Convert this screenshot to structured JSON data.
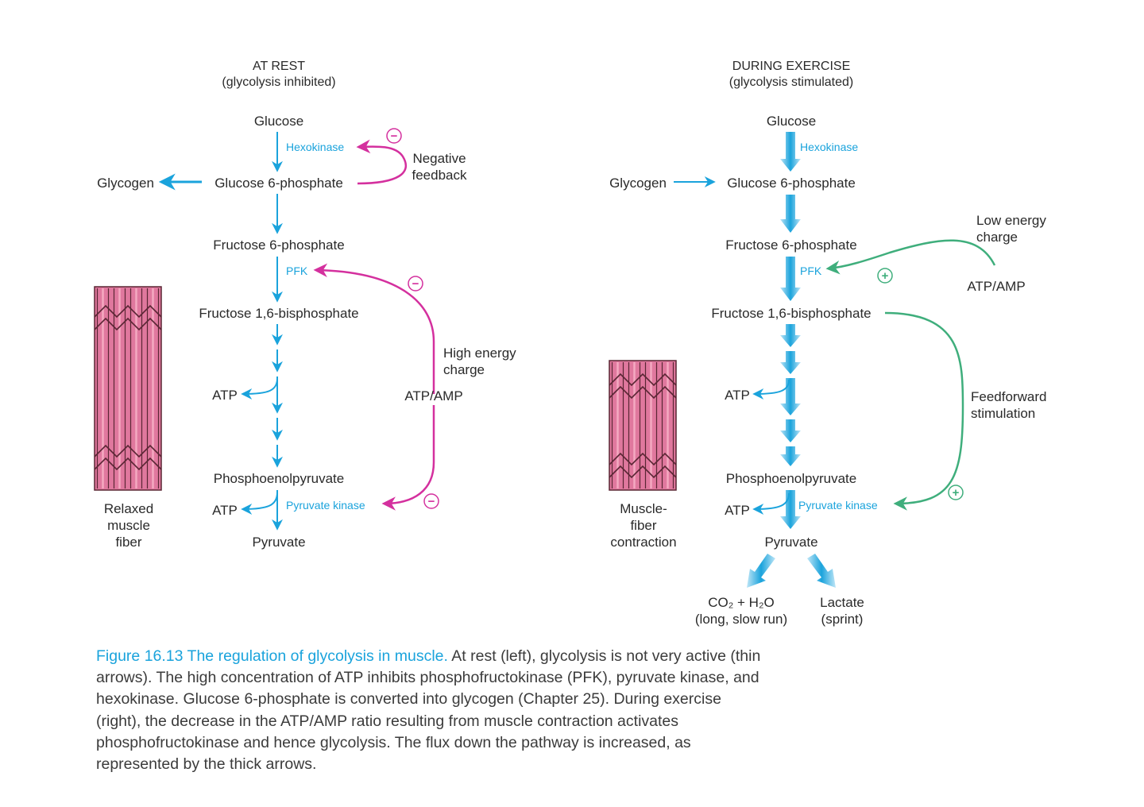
{
  "colors": {
    "blue": "#1aa3dc",
    "magenta": "#d4309e",
    "green": "#3fae7c",
    "text": "#2a2a2a",
    "fiber_bg": "#e0789e",
    "fiber_light": "#f4a9c1",
    "fiber_line": "#5a2634"
  },
  "left_panel": {
    "title": "AT REST",
    "subtitle": "(glycolysis inhibited)",
    "glucose": "Glucose",
    "hexokinase": "Hexokinase",
    "glycogen": "Glycogen",
    "g6p": "Glucose 6-phosphate",
    "negative_feedback_1": "Negative",
    "negative_feedback_2": "feedback",
    "f6p": "Fructose 6-phosphate",
    "pfk": "PFK",
    "f16bp": "Fructose 1,6-bisphosphate",
    "high_energy_1": "High energy",
    "high_energy_2": "charge",
    "atp_amp": "ATP/AMP",
    "atp1": "ATP",
    "pep": "Phosphoenolpyruvate",
    "atp2": "ATP",
    "pyruvate_kinase": "Pyruvate kinase",
    "pyruvate": "Pyruvate",
    "fiber_1": "Relaxed",
    "fiber_2": "muscle",
    "fiber_3": "fiber",
    "sign": "−"
  },
  "right_panel": {
    "title": "DURING EXERCISE",
    "subtitle": "(glycolysis stimulated)",
    "glucose": "Glucose",
    "hexokinase": "Hexokinase",
    "glycogen": "Glycogen",
    "g6p": "Glucose 6-phosphate",
    "low_energy_1": "Low energy",
    "low_energy_2": "charge",
    "atp_amp": "ATP/AMP",
    "f6p": "Fructose 6-phosphate",
    "pfk": "PFK",
    "f16bp": "Fructose 1,6-bisphosphate",
    "feedforward_1": "Feedforward",
    "feedforward_2": "stimulation",
    "atp1": "ATP",
    "pep": "Phosphoenolpyruvate",
    "atp2": "ATP",
    "pyruvate_kinase": "Pyruvate kinase",
    "pyruvate": "Pyruvate",
    "co2": "CO₂ + H₂O",
    "long_run": "(long, slow run)",
    "lactate": "Lactate",
    "sprint": "(sprint)",
    "fiber_1": "Muscle-",
    "fiber_2": "fiber",
    "fiber_3": "contraction",
    "sign": "+"
  },
  "caption": {
    "label": "Figure 16.13  The regulation of glycolysis in muscle.",
    "text": "At rest (left), glycolysis is not very active (thin arrows). The high concentration of ATP inhibits phosphofructokinase (PFK), pyruvate kinase, and hexokinase. Glucose 6-phosphate is converted into glycogen (Chapter 25). During exercise (right), the decrease in the ATP/AMP ratio resulting from muscle contraction activates phosphofructokinase and hence glycolysis. The flux down the pathway is increased, as represented by the thick arrows."
  }
}
